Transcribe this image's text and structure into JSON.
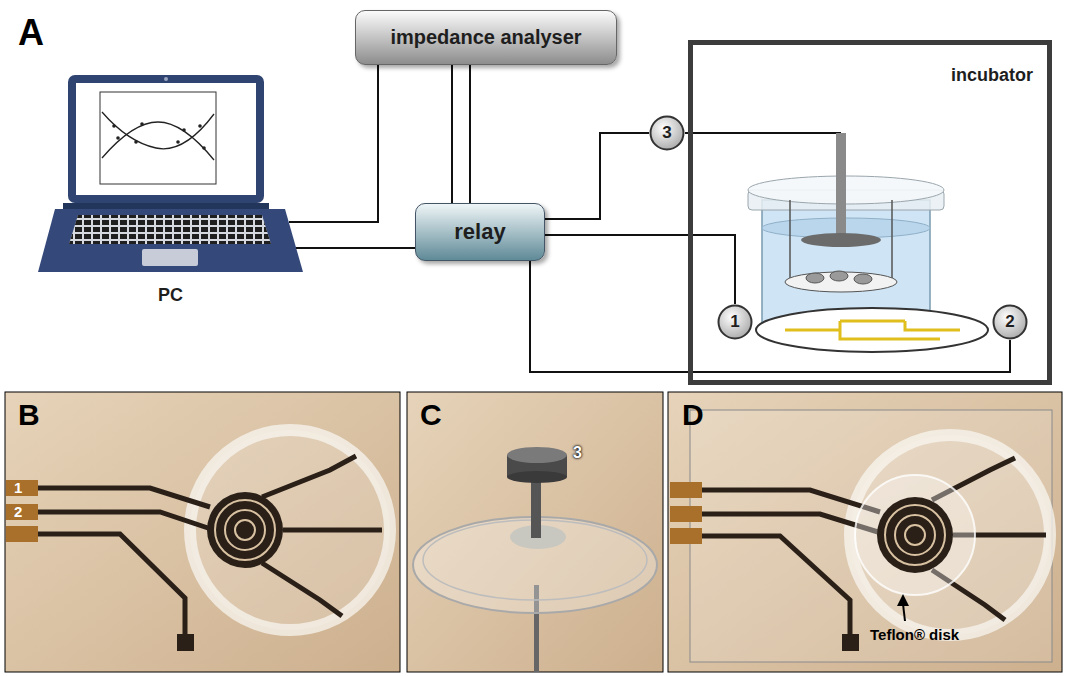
{
  "diagram": {
    "nodes": [
      {
        "text": [
          "impedance analyser"
        ]
      },
      {
        "text": [
          "PC"
        ]
      },
      {
        "text": [
          "relay"
        ]
      },
      {
        "text": [
          "incubator"
        ]
      },
      {
        "text": [
          "3"
        ]
      },
      {
        "text": [
          "1"
        ],
        "in": 3
      },
      {
        "text": [
          "2"
        ],
        "in": 3
      }
    ],
    "edges": [
      {
        "from": 1,
        "to": 0,
        "arrow": "none"
      },
      {
        "from": 1,
        "to": 2,
        "arrow": "none"
      },
      {
        "from": 0,
        "to": 2,
        "arrow": "none"
      },
      {
        "from": 0,
        "to": 2,
        "arrow": "none"
      },
      {
        "from": 2,
        "to": 4,
        "arrow": "none"
      },
      {
        "from": 2,
        "to": 5,
        "arrow": "none"
      },
      {
        "from": 2,
        "to": 6,
        "arrow": "none"
      }
    ],
    "labels": [
      "A",
      "B",
      "1",
      "2",
      "C",
      "3",
      "D",
      "Teflon® disk"
    ]
  }
}
